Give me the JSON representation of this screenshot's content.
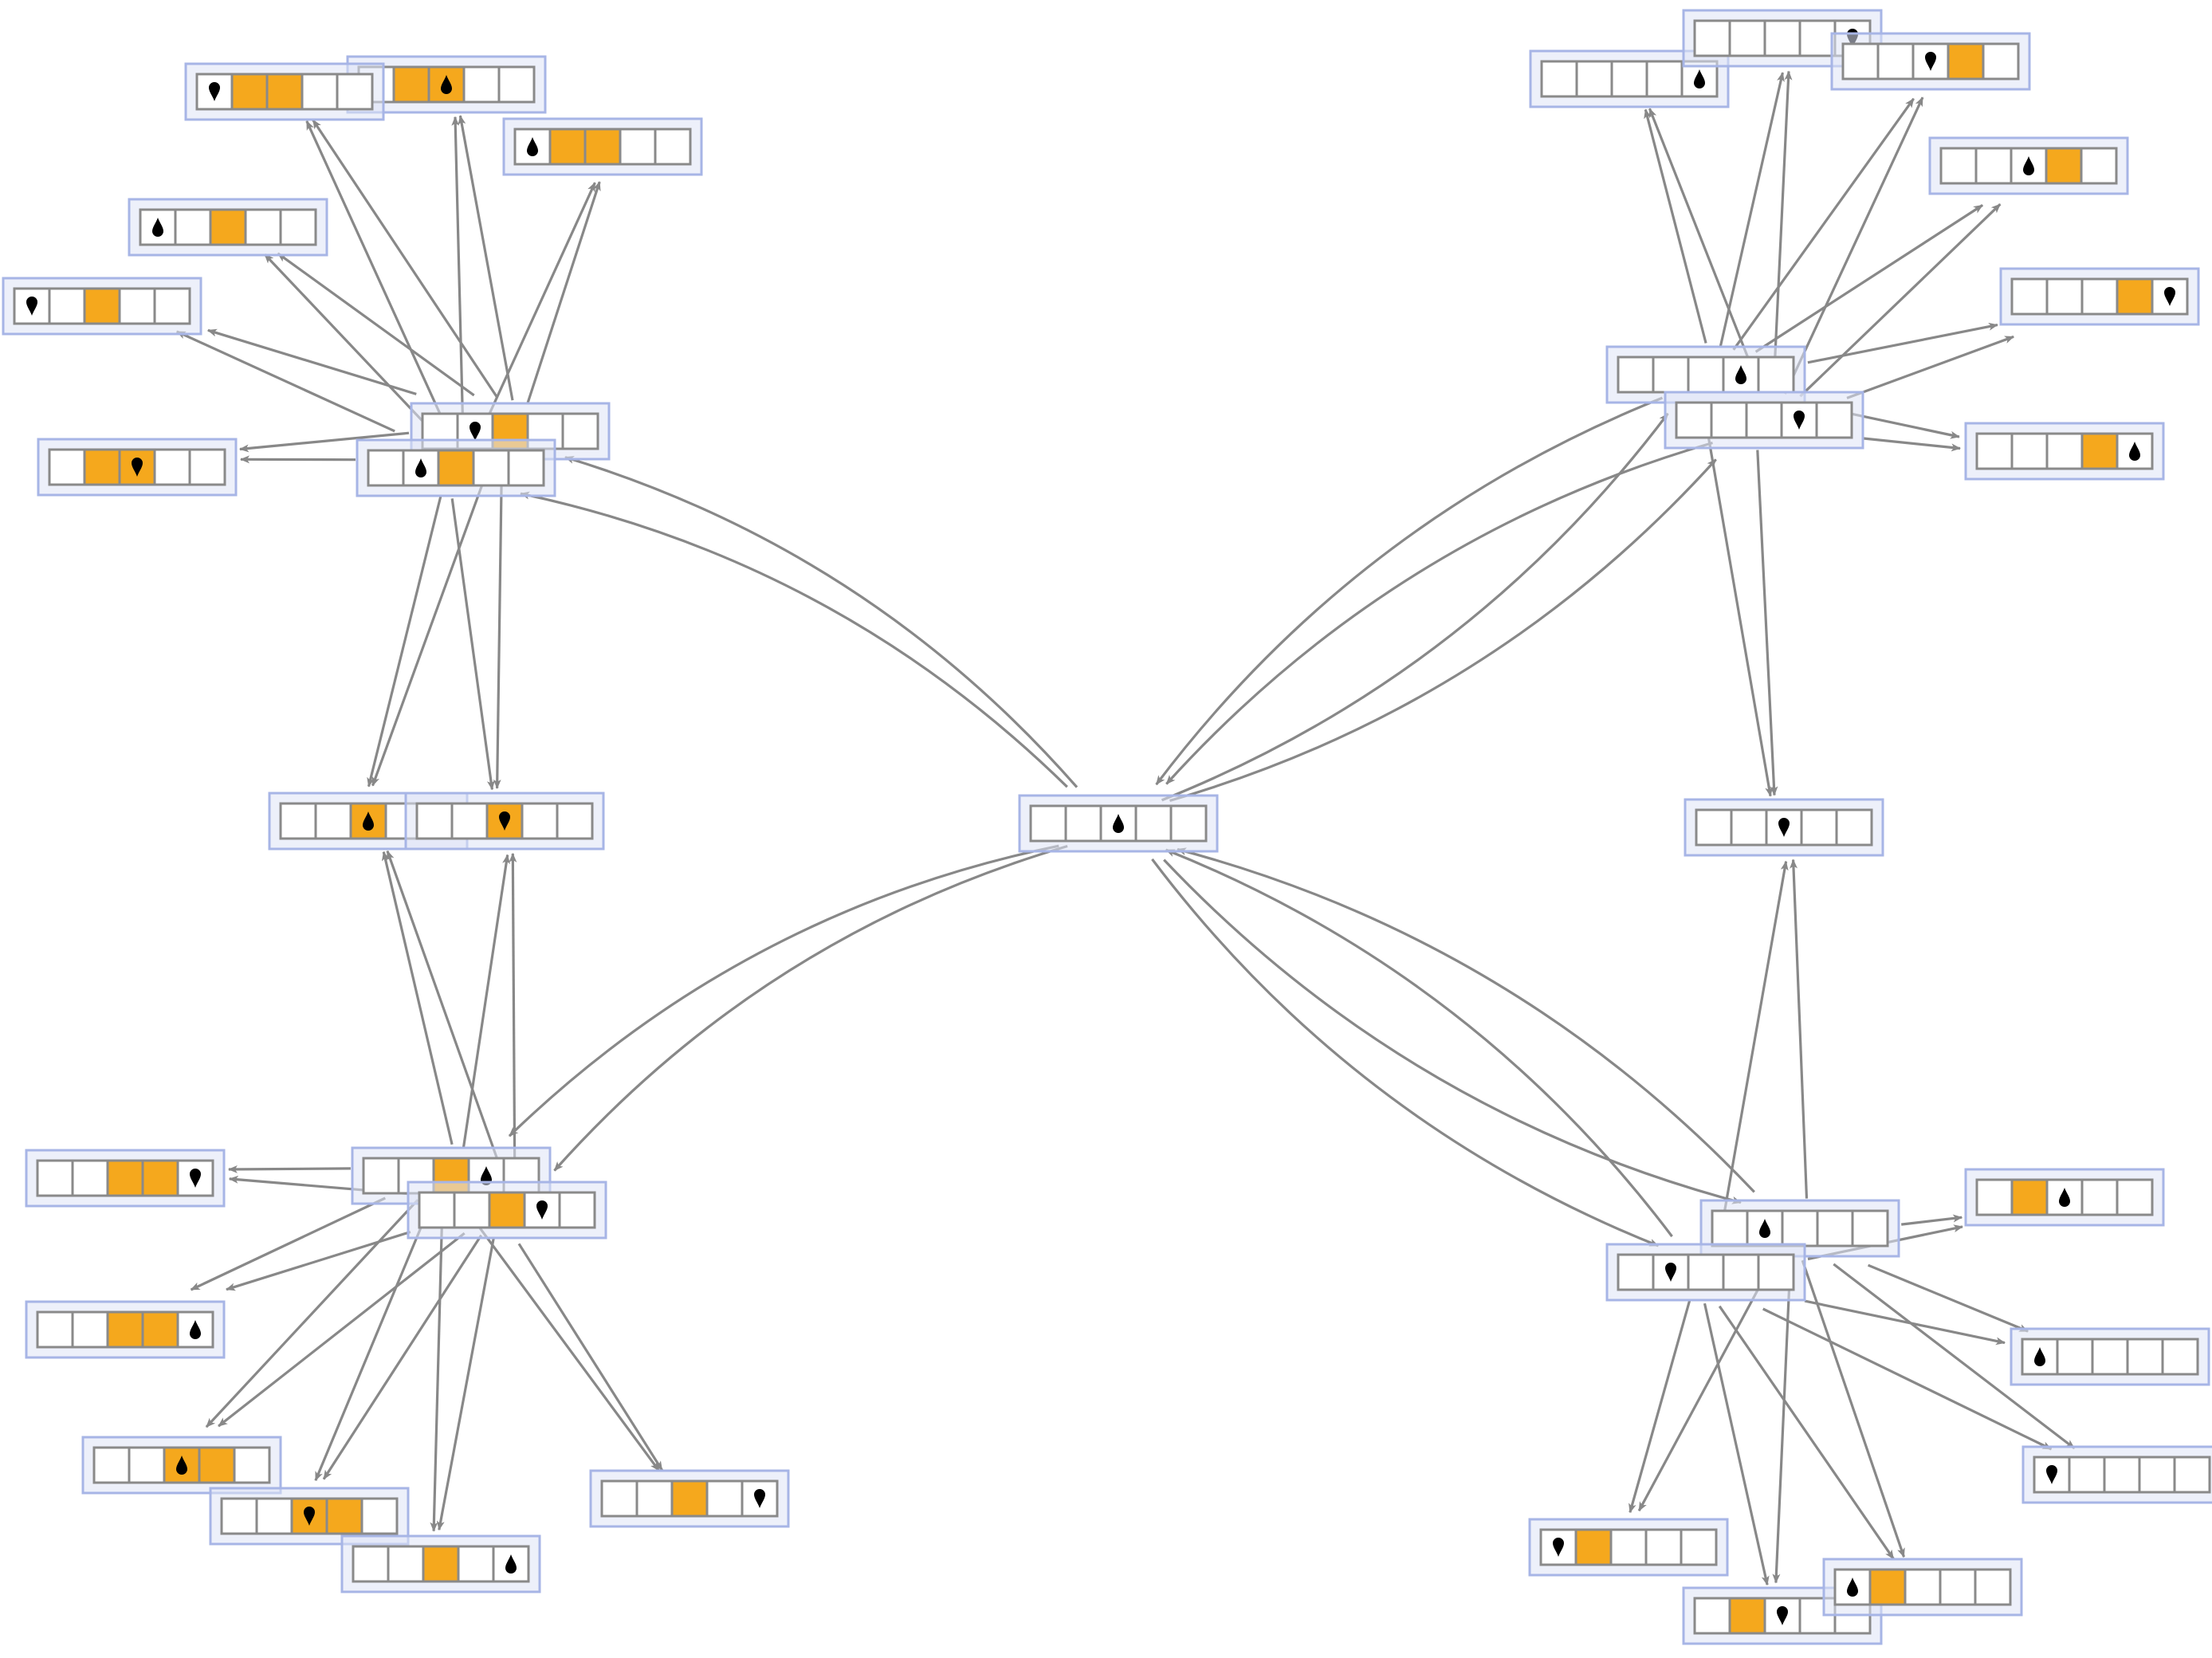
{
  "colors": {
    "background": "#ffffff",
    "node_frame_fill": "#dfe4f6",
    "node_frame_stroke": "#a7b5e6",
    "cell_fill": "#ffffff",
    "cell_stroke": "#8a8a8a",
    "cell_highlight": "#f5a81d",
    "head_glyph": "#000000",
    "edge": "#888888"
  },
  "glyph_legend": {
    "head-up-icon": "turing machine head, pointed end up",
    "head-down-icon": "turing machine head, pointed end down"
  },
  "nodes": [
    {
      "id": "c",
      "cells": 5,
      "head": 2,
      "dir": "up",
      "orange": []
    },
    {
      "id": "ul1",
      "cells": 5,
      "head": 1,
      "dir": "down",
      "orange": [
        2
      ]
    },
    {
      "id": "ul2",
      "cells": 5,
      "head": 1,
      "dir": "up",
      "orange": [
        2
      ]
    },
    {
      "id": "ul3",
      "cells": 5,
      "head": 2,
      "dir": "up",
      "orange": [
        1,
        2
      ]
    },
    {
      "id": "ul4",
      "cells": 5,
      "head": 0,
      "dir": "up",
      "orange": [
        1,
        2
      ]
    },
    {
      "id": "ul5",
      "cells": 5,
      "head": 0,
      "dir": "down",
      "orange": [
        1,
        2
      ]
    },
    {
      "id": "ul6",
      "cells": 5,
      "head": 0,
      "dir": "up",
      "orange": [
        2
      ]
    },
    {
      "id": "ul7",
      "cells": 5,
      "head": 0,
      "dir": "down",
      "orange": [
        2
      ]
    },
    {
      "id": "ul8",
      "cells": 5,
      "head": 2,
      "dir": "down",
      "orange": [
        1,
        2
      ]
    },
    {
      "id": "ml1",
      "cells": 5,
      "head": 2,
      "dir": "up",
      "orange": [
        2
      ]
    },
    {
      "id": "ml2",
      "cells": 5,
      "head": 2,
      "dir": "down",
      "orange": [
        2
      ]
    },
    {
      "id": "ll1",
      "cells": 5,
      "head": 3,
      "dir": "up",
      "orange": [
        2
      ]
    },
    {
      "id": "ll2",
      "cells": 5,
      "head": 3,
      "dir": "down",
      "orange": [
        2
      ]
    },
    {
      "id": "ll3",
      "cells": 5,
      "head": 4,
      "dir": "down",
      "orange": [
        2,
        3
      ]
    },
    {
      "id": "ll4",
      "cells": 5,
      "head": 4,
      "dir": "up",
      "orange": [
        2,
        3
      ]
    },
    {
      "id": "ll5",
      "cells": 5,
      "head": 2,
      "dir": "up",
      "orange": [
        2,
        3
      ]
    },
    {
      "id": "ll6",
      "cells": 5,
      "head": 4,
      "dir": "down",
      "orange": [
        2
      ]
    },
    {
      "id": "ll7",
      "cells": 5,
      "head": 2,
      "dir": "down",
      "orange": [
        2,
        3
      ]
    },
    {
      "id": "ll8",
      "cells": 5,
      "head": 4,
      "dir": "up",
      "orange": [
        2
      ]
    },
    {
      "id": "ur1",
      "cells": 5,
      "head": 3,
      "dir": "up",
      "orange": []
    },
    {
      "id": "ur2",
      "cells": 5,
      "head": 3,
      "dir": "down",
      "orange": []
    },
    {
      "id": "ur3",
      "cells": 5,
      "head": 4,
      "dir": "up",
      "orange": []
    },
    {
      "id": "ur4",
      "cells": 5,
      "head": 4,
      "dir": "down",
      "orange": []
    },
    {
      "id": "ur5",
      "cells": 5,
      "head": 2,
      "dir": "down",
      "orange": [
        3
      ]
    },
    {
      "id": "ur6",
      "cells": 5,
      "head": 2,
      "dir": "up",
      "orange": [
        3
      ]
    },
    {
      "id": "ur7",
      "cells": 5,
      "head": 4,
      "dir": "down",
      "orange": [
        3
      ]
    },
    {
      "id": "ur8",
      "cells": 5,
      "head": 4,
      "dir": "up",
      "orange": [
        3
      ]
    },
    {
      "id": "mr1",
      "cells": 5,
      "head": 2,
      "dir": "down",
      "orange": []
    },
    {
      "id": "lr1",
      "cells": 5,
      "head": 1,
      "dir": "up",
      "orange": []
    },
    {
      "id": "lr2",
      "cells": 5,
      "head": 1,
      "dir": "down",
      "orange": []
    },
    {
      "id": "lr3",
      "cells": 5,
      "head": 2,
      "dir": "up",
      "orange": [
        1
      ]
    },
    {
      "id": "lr4",
      "cells": 5,
      "head": 0,
      "dir": "up",
      "orange": []
    },
    {
      "id": "lr5",
      "cells": 5,
      "head": 0,
      "dir": "down",
      "orange": []
    },
    {
      "id": "lr6",
      "cells": 5,
      "head": 0,
      "dir": "down",
      "orange": [
        1
      ]
    },
    {
      "id": "lr7",
      "cells": 5,
      "head": 2,
      "dir": "down",
      "orange": [
        1
      ]
    },
    {
      "id": "lr8",
      "cells": 5,
      "head": 0,
      "dir": "up",
      "orange": [
        1
      ]
    }
  ],
  "edges": [
    [
      "c",
      "ul1"
    ],
    [
      "c",
      "ul2"
    ],
    [
      "c",
      "ll1"
    ],
    [
      "c",
      "ll2"
    ],
    [
      "c",
      "ur1"
    ],
    [
      "c",
      "ur2"
    ],
    [
      "c",
      "lr1"
    ],
    [
      "c",
      "lr2"
    ],
    [
      "ur1",
      "c"
    ],
    [
      "ur2",
      "c"
    ],
    [
      "lr1",
      "c"
    ],
    [
      "lr2",
      "c"
    ],
    [
      "ul1",
      "ul3"
    ],
    [
      "ul1",
      "ul4"
    ],
    [
      "ul1",
      "ul5"
    ],
    [
      "ul1",
      "ul6"
    ],
    [
      "ul1",
      "ul7"
    ],
    [
      "ul1",
      "ul8"
    ],
    [
      "ul1",
      "ml1"
    ],
    [
      "ul1",
      "ml2"
    ],
    [
      "ul2",
      "ul3"
    ],
    [
      "ul2",
      "ul4"
    ],
    [
      "ul2",
      "ul5"
    ],
    [
      "ul2",
      "ul6"
    ],
    [
      "ul2",
      "ul7"
    ],
    [
      "ul2",
      "ul8"
    ],
    [
      "ul2",
      "ml1"
    ],
    [
      "ul2",
      "ml2"
    ],
    [
      "ll1",
      "ml1"
    ],
    [
      "ll1",
      "ml2"
    ],
    [
      "ll1",
      "ll3"
    ],
    [
      "ll1",
      "ll4"
    ],
    [
      "ll1",
      "ll5"
    ],
    [
      "ll1",
      "ll6"
    ],
    [
      "ll1",
      "ll7"
    ],
    [
      "ll1",
      "ll8"
    ],
    [
      "ll2",
      "ml1"
    ],
    [
      "ll2",
      "ml2"
    ],
    [
      "ll2",
      "ll3"
    ],
    [
      "ll2",
      "ll4"
    ],
    [
      "ll2",
      "ll5"
    ],
    [
      "ll2",
      "ll6"
    ],
    [
      "ll2",
      "ll7"
    ],
    [
      "ll2",
      "ll8"
    ],
    [
      "ur1",
      "ur3"
    ],
    [
      "ur1",
      "ur4"
    ],
    [
      "ur1",
      "ur5"
    ],
    [
      "ur1",
      "ur6"
    ],
    [
      "ur1",
      "ur7"
    ],
    [
      "ur1",
      "ur8"
    ],
    [
      "ur1",
      "mr1"
    ],
    [
      "ur2",
      "ur3"
    ],
    [
      "ur2",
      "ur4"
    ],
    [
      "ur2",
      "ur5"
    ],
    [
      "ur2",
      "ur6"
    ],
    [
      "ur2",
      "ur7"
    ],
    [
      "ur2",
      "ur8"
    ],
    [
      "ur2",
      "mr1"
    ],
    [
      "lr1",
      "mr1"
    ],
    [
      "lr1",
      "lr3"
    ],
    [
      "lr1",
      "lr4"
    ],
    [
      "lr1",
      "lr5"
    ],
    [
      "lr1",
      "lr6"
    ],
    [
      "lr1",
      "lr7"
    ],
    [
      "lr1",
      "lr8"
    ],
    [
      "lr2",
      "mr1"
    ],
    [
      "lr2",
      "lr3"
    ],
    [
      "lr2",
      "lr4"
    ],
    [
      "lr2",
      "lr5"
    ],
    [
      "lr2",
      "lr6"
    ],
    [
      "lr2",
      "lr7"
    ],
    [
      "lr2",
      "lr8"
    ]
  ]
}
